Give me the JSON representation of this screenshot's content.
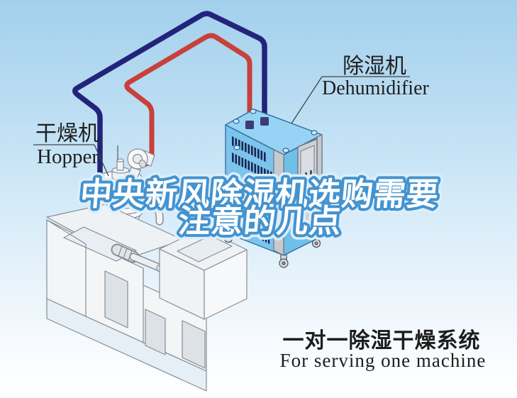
{
  "poster": {
    "headline": {
      "line1": "中央新风除湿机选购需要",
      "line2": "注意的几点"
    },
    "hopper_label": {
      "zh": "干燥机",
      "en": "Hopper"
    },
    "dehumidifier_label": {
      "zh": "除湿机",
      "en": "Dehumidifier"
    },
    "caption": {
      "zh": "一对一除湿干燥系统",
      "en": "For serving one machine"
    },
    "colors": {
      "headline_fill": "#ffffff",
      "headline_stroke": "#4493cf",
      "pipe_supply": "#c8403a",
      "pipe_return": "#23237c",
      "machine_top": "#96d3f4",
      "machine_left": "#7cc4ee",
      "machine_right": "#70bfe9",
      "label_ink": "#1f1f1f",
      "caption_ink": "#1c1c1c"
    }
  }
}
